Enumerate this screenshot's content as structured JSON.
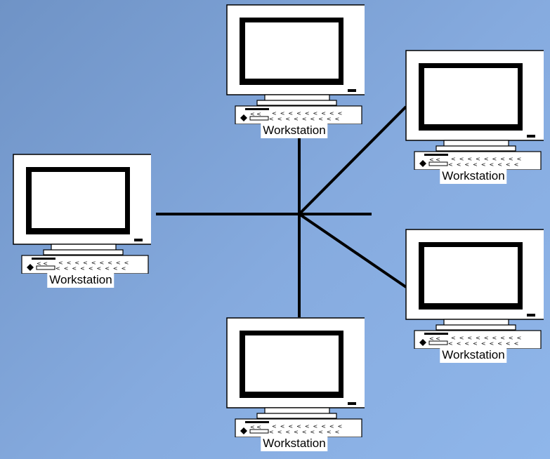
{
  "diagram": {
    "type": "star-network",
    "node_label_text": "Workstation",
    "nodes": [
      {
        "id": "ws-top",
        "label": "Workstation"
      },
      {
        "id": "ws-upper-right",
        "label": "Workstation"
      },
      {
        "id": "ws-left",
        "label": "Workstation"
      },
      {
        "id": "ws-lower-right",
        "label": "Workstation"
      },
      {
        "id": "ws-bottom",
        "label": "Workstation"
      }
    ],
    "edges": [
      {
        "from": "hub",
        "to": "ws-top"
      },
      {
        "from": "hub",
        "to": "ws-upper-right"
      },
      {
        "from": "hub",
        "to": "ws-left"
      },
      {
        "from": "hub",
        "to": "ws-lower-right"
      },
      {
        "from": "hub",
        "to": "ws-bottom"
      }
    ],
    "colors": {
      "background": "#7ea3d8",
      "cable": "#000000",
      "monitor_case": "#ffffff",
      "outline": "#000000"
    }
  }
}
